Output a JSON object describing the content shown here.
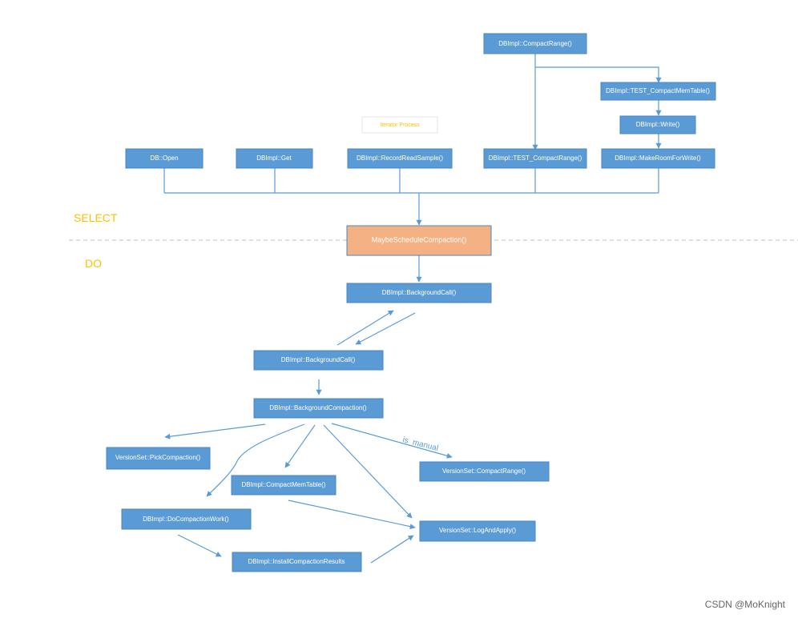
{
  "colors": {
    "box_fill": "#5b9bd5",
    "box_text": "#ffffff",
    "highlight_fill": "#f4b183",
    "connector": "#5b9bd5",
    "section_label": "#ffc000",
    "divider": "#bfbfbf",
    "note_text": "#ffc000"
  },
  "sections": {
    "select": "SELECT",
    "do": "DO"
  },
  "note": "Iterator Process",
  "edge_label": "is_manual",
  "watermark": "CSDN @MoKnight",
  "boxes": {
    "compact_range": "DBImpl::CompactRange()",
    "test_compact_memtable": "DBImpl::TEST_CompactMemTable()",
    "write": "DBImpl::Write()",
    "db_open": "DB::Open",
    "get": "DBImpl::Get",
    "record_read_sample": "DBImpl::RecordReadSample()",
    "test_compact_range": "DBImpl::TEST_CompactRange()",
    "make_room_for_write": "DBImpl::MakeRoomForWrite()",
    "maybe_schedule_compaction": "MaybeScheduleCompaction()",
    "background_call_1": "DBImpl::BackgroundCall()",
    "background_call_2": "DBImpl::BackgroundCall()",
    "background_compaction": "DBImpl::BackgroundCompaction()",
    "pick_compaction": "VersionSet::PickCompaction()",
    "compact_memtable": "DBImpl::CompactMemTable()",
    "versionset_compact_range": "VersionSet::CompactRange()",
    "do_compaction_work": "DBImpl::DoCompactionWork()",
    "log_and_apply": "VersionSet::LogAndApply()",
    "install_compaction_results": "DBImpl::InstallCompactionResults"
  }
}
